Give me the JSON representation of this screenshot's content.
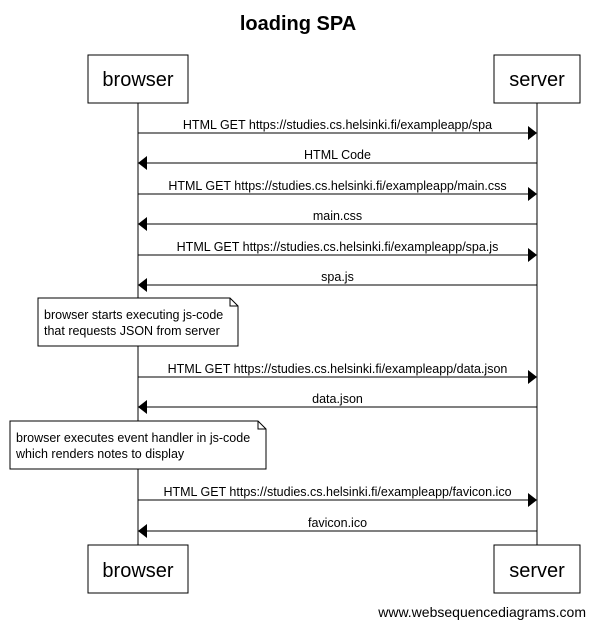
{
  "title": "loading SPA",
  "actors": {
    "browser": "browser",
    "server": "server"
  },
  "messages": [
    {
      "from": "browser",
      "to": "server",
      "label": "HTML GET https://studies.cs.helsinki.fi/exampleapp/spa"
    },
    {
      "from": "server",
      "to": "browser",
      "label": "HTML Code"
    },
    {
      "from": "browser",
      "to": "server",
      "label": "HTML GET https://studies.cs.helsinki.fi/exampleapp/main.css"
    },
    {
      "from": "server",
      "to": "browser",
      "label": "main.css"
    },
    {
      "from": "browser",
      "to": "server",
      "label": "HTML GET https://studies.cs.helsinki.fi/exampleapp/spa.js"
    },
    {
      "from": "server",
      "to": "browser",
      "label": "spa.js"
    },
    {
      "from": "browser",
      "to": "server",
      "label": "HTML GET https://studies.cs.helsinki.fi/exampleapp/data.json"
    },
    {
      "from": "server",
      "to": "browser",
      "label": "data.json"
    },
    {
      "from": "browser",
      "to": "server",
      "label": "HTML GET https://studies.cs.helsinki.fi/exampleapp/favicon.ico"
    },
    {
      "from": "server",
      "to": "browser",
      "label": "favicon.ico"
    }
  ],
  "notes": [
    {
      "lines": [
        "browser starts executing js-code",
        "that requests JSON from server"
      ]
    },
    {
      "lines": [
        "browser executes event handler in js-code",
        "which renders notes to display"
      ]
    }
  ],
  "footer": "www.websequencediagrams.com"
}
